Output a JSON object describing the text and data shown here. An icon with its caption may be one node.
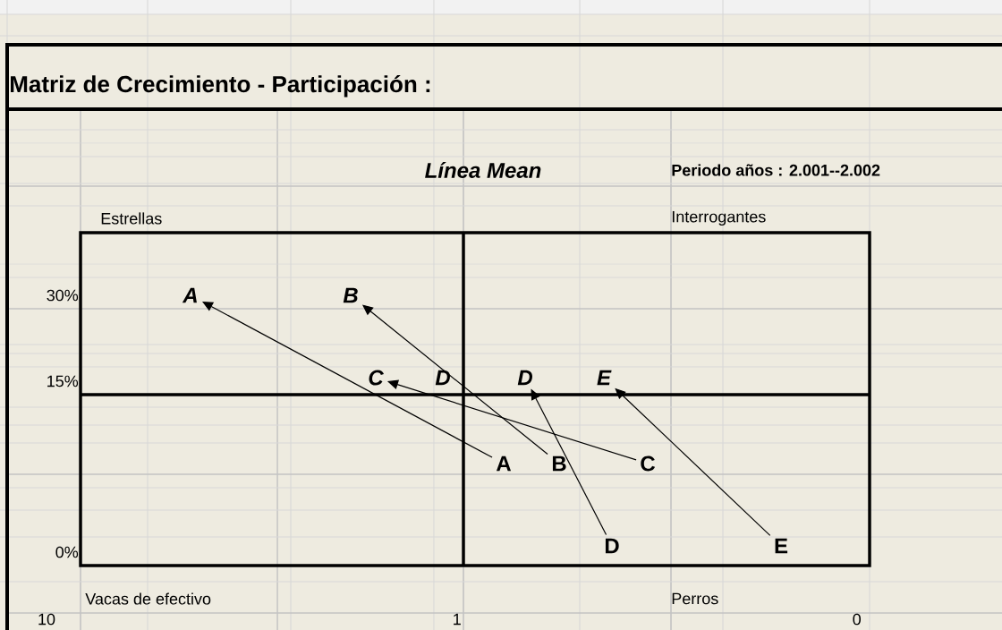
{
  "diagram": {
    "title": "Matriz  de Crecimiento - Participación :",
    "nodes": [
      {
        "text": [
          "A"
        ]
      },
      {
        "text": [
          "B"
        ]
      },
      {
        "text": [
          "C"
        ]
      },
      {
        "text": [
          "D"
        ]
      },
      {
        "text": [
          "E"
        ]
      },
      {
        "text": [
          "A"
        ]
      },
      {
        "text": [
          "B"
        ]
      },
      {
        "text": [
          "C"
        ]
      },
      {
        "text": [
          "D"
        ]
      },
      {
        "text": [
          "E"
        ]
      }
    ],
    "edges": [
      {
        "from": 5,
        "to": 0,
        "arrow": "to"
      },
      {
        "from": 6,
        "to": 1,
        "arrow": "to"
      },
      {
        "from": 7,
        "to": 2,
        "arrow": "to"
      },
      {
        "from": 8,
        "to": 3,
        "arrow": "to"
      },
      {
        "from": 9,
        "to": 4,
        "arrow": "to"
      }
    ],
    "labels": [
      "Línea   Mean",
      "Periodo años : 2.001--2.002",
      "Estrellas",
      "Interrogantes",
      "30%",
      "15%",
      "D",
      "0%",
      "Vacas  de  efectivo",
      "Perros",
      "10",
      "1",
      "0"
    ]
  }
}
